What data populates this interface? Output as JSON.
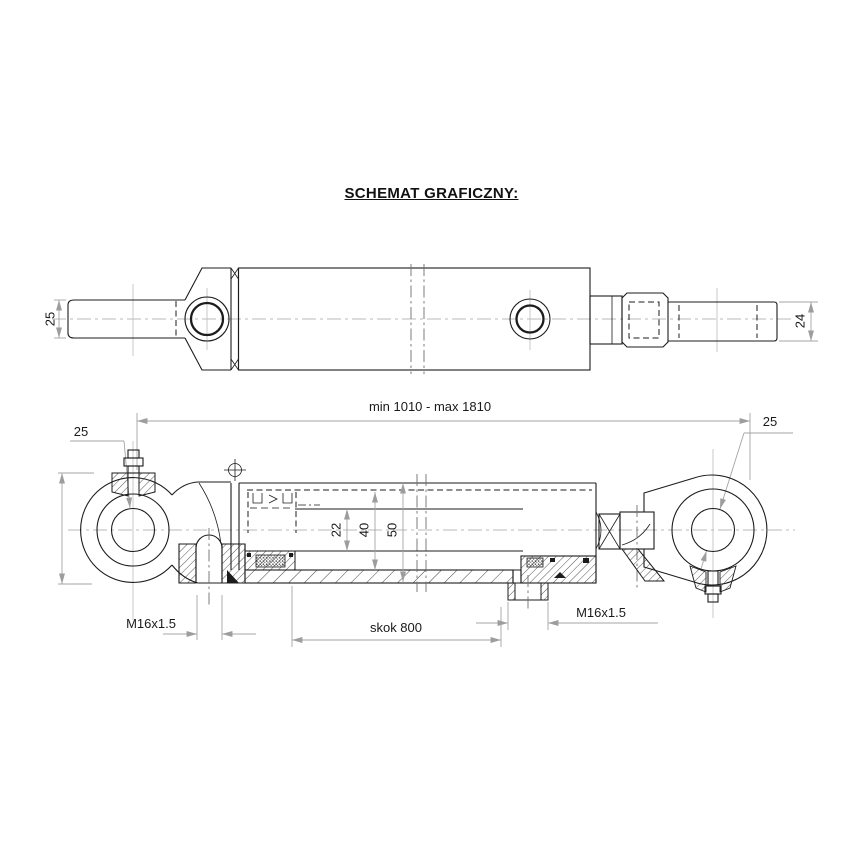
{
  "title": {
    "text": "SCHEMAT GRAFICZNY:"
  },
  "colors": {
    "line": "#1c1c1c",
    "dimension": "#a4a4a4",
    "background": "#ffffff"
  },
  "top_view": {
    "description": "cylinder exterior side view",
    "rod_left_diameter": "25",
    "rod_right_diameter": "24"
  },
  "bottom_view": {
    "description": "cylinder cross-section view",
    "length_range": "min 1010 - max 1810",
    "pin_bore_left": "25",
    "pin_bore_right": "25",
    "rod_diameter": "22",
    "bore_diameter": "40",
    "outer_diameter": "50",
    "port_left_thread": "M16x1.5",
    "port_right_thread": "M16x1.5",
    "stroke_label": "skok 800"
  }
}
